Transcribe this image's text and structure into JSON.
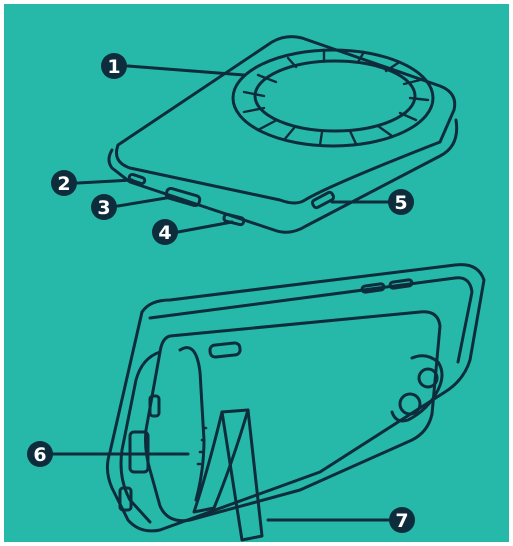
{
  "colors": {
    "background": "#26b9a9",
    "outline": "#0d2d3c",
    "badge": "#0d2d3c",
    "badge_text": "#ffffff"
  },
  "callouts": [
    {
      "number": "1",
      "part": "wireless-charging-ring"
    },
    {
      "number": "2",
      "part": "left-side-port"
    },
    {
      "number": "3",
      "part": "front-port-large"
    },
    {
      "number": "4",
      "part": "front-port-small"
    },
    {
      "number": "5",
      "part": "right-side-port"
    },
    {
      "number": "6",
      "part": "led-indicator-dots"
    },
    {
      "number": "7",
      "part": "kickstand"
    }
  ]
}
